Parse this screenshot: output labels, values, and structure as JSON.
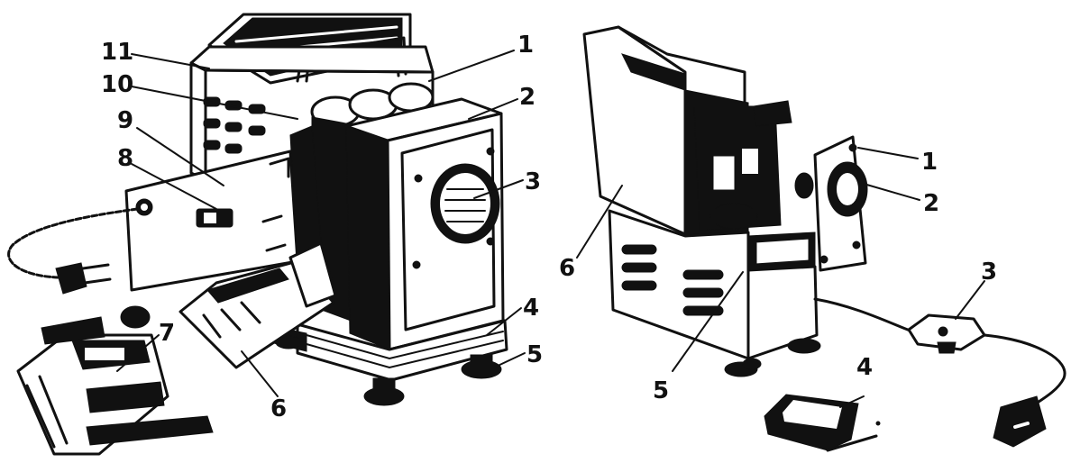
{
  "left_device": {
    "callouts": [
      "11",
      "10",
      "9",
      "8",
      "1",
      "2",
      "3",
      "4",
      "5",
      "6",
      "7"
    ]
  },
  "right_device": {
    "callouts": [
      "1",
      "2",
      "3",
      "4",
      "5",
      "6"
    ]
  }
}
